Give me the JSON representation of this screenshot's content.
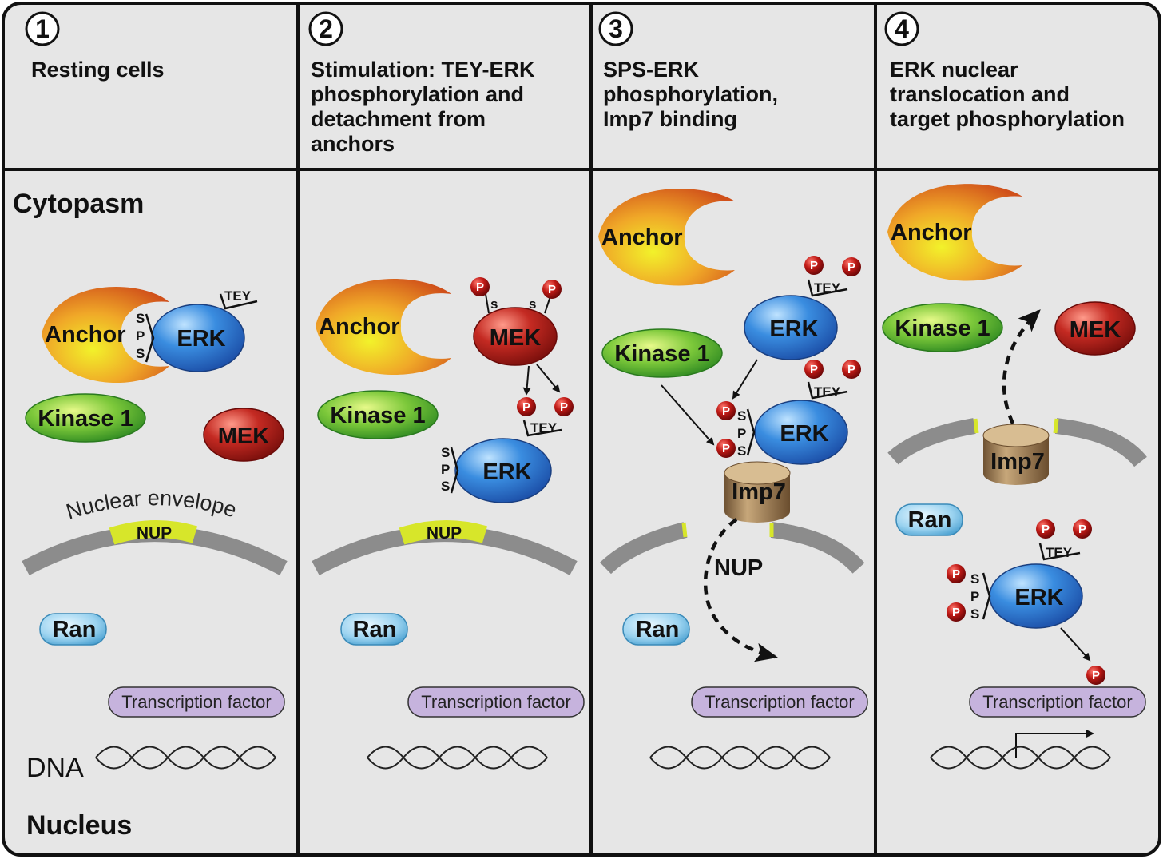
{
  "panels": [
    {
      "number": "1",
      "title_lines": [
        "Resting cells"
      ]
    },
    {
      "number": "2",
      "title_lines": [
        "Stimulation: TEY-ERK",
        "phosphorylation and",
        "detachment from",
        "anchors"
      ]
    },
    {
      "number": "3",
      "title_lines": [
        "SPS-ERK",
        "phosphorylation,",
        "Imp7 binding"
      ]
    },
    {
      "number": "4",
      "title_lines": [
        "ERK nuclear",
        "translocation and",
        "target phosphorylation"
      ]
    }
  ],
  "compartments": {
    "cytoplasm": "Cytopasm",
    "nucleus": "Nucleus",
    "dna": "DNA",
    "nuclear_envelope": "Nuclear envelope"
  },
  "molecules": {
    "anchor": "Anchor",
    "erk": "ERK",
    "mek": "MEK",
    "kinase1": "Kinase 1",
    "ran": "Ran",
    "nup": "NUP",
    "imp7": "Imp7",
    "transcription_factor": "Transcription factor",
    "tey": "TEY",
    "s": "S",
    "p": "P",
    "s_lower": "s",
    "phospho": "P"
  },
  "colors": {
    "background": "#e6e6e6",
    "border": "#111111",
    "erk": "#3a7fd6",
    "mek": "#b5201c",
    "kinase1": "#3aa02a",
    "anchor": "#e88a1a",
    "ran": "#8ec9ea",
    "nup": "#d7e62a",
    "envelope": "#8c8c8c",
    "imp7": "#8a6a45",
    "tf": "#c6b3dd",
    "phospho": "#b01818"
  }
}
